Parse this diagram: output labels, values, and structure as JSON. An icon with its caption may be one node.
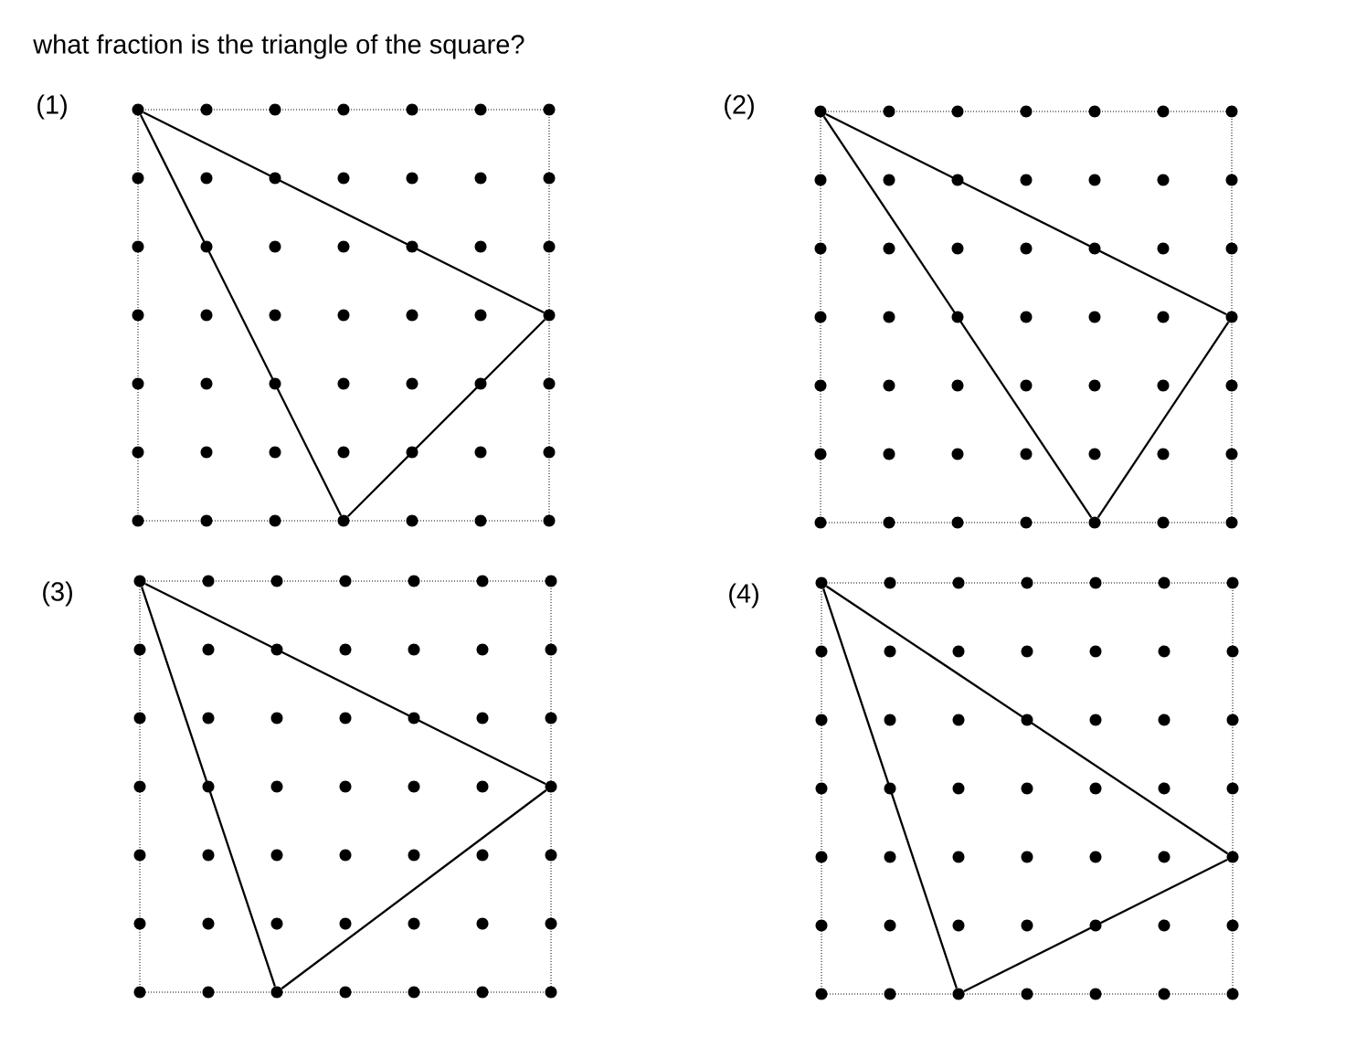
{
  "diagram": {
    "title": "what fraction is the triangle of the square?",
    "nodes": [
      {
        "text": [
          "(1)"
        ]
      },
      {
        "text": [
          "(2)"
        ]
      },
      {
        "text": [
          "(3)"
        ]
      },
      {
        "text": [
          "(4)"
        ]
      },
      {
        "text": [],
        "shape": "circle",
        "in": 0
      },
      {
        "text": [],
        "shape": "circle",
        "in": 0
      },
      {
        "text": [],
        "shape": "circle",
        "in": 0
      },
      {
        "text": [],
        "shape": "circle",
        "in": 1
      },
      {
        "text": [],
        "shape": "circle",
        "in": 1
      },
      {
        "text": [],
        "shape": "circle",
        "in": 1
      },
      {
        "text": [],
        "shape": "circle",
        "in": 2
      },
      {
        "text": [],
        "shape": "circle",
        "in": 2
      },
      {
        "text": [],
        "shape": "circle",
        "in": 2
      },
      {
        "text": [],
        "shape": "circle",
        "in": 3
      },
      {
        "text": [],
        "shape": "circle",
        "in": 3
      },
      {
        "text": [],
        "shape": "circle",
        "in": 3
      }
    ],
    "edges": [
      {
        "from": 4,
        "to": 5,
        "arrow": "none"
      },
      {
        "from": 5,
        "to": 6,
        "arrow": "none"
      },
      {
        "from": 6,
        "to": 4,
        "arrow": "none"
      },
      {
        "from": 7,
        "to": 8,
        "arrow": "none"
      },
      {
        "from": 8,
        "to": 9,
        "arrow": "none"
      },
      {
        "from": 9,
        "to": 7,
        "arrow": "none"
      },
      {
        "from": 10,
        "to": 11,
        "arrow": "none"
      },
      {
        "from": 11,
        "to": 12,
        "arrow": "none"
      },
      {
        "from": 12,
        "to": 10,
        "arrow": "none"
      },
      {
        "from": 13,
        "to": 14,
        "arrow": "none"
      },
      {
        "from": 14,
        "to": 15,
        "arrow": "none"
      },
      {
        "from": 15,
        "to": 13,
        "arrow": "none"
      }
    ]
  }
}
